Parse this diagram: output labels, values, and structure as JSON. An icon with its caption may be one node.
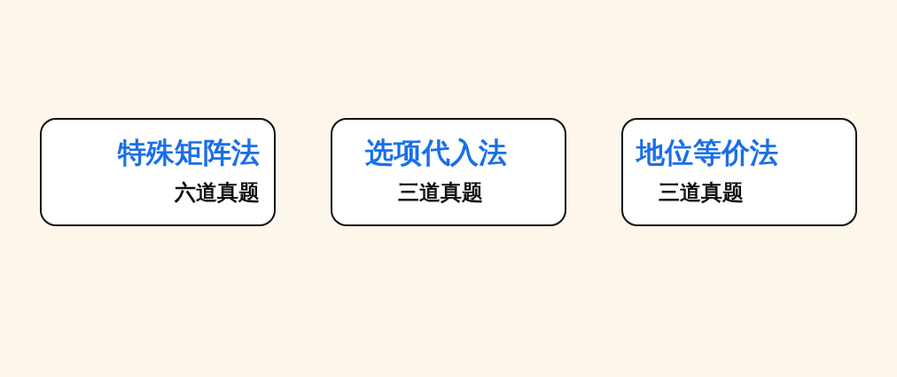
{
  "diagram": {
    "nodes": [
      {
        "text": [
          "特殊矩阵法",
          "六道真题"
        ]
      },
      {
        "text": [
          "选项代入法",
          "三道真题"
        ]
      },
      {
        "text": [
          "地位等价法",
          "三道真题"
        ]
      }
    ]
  }
}
